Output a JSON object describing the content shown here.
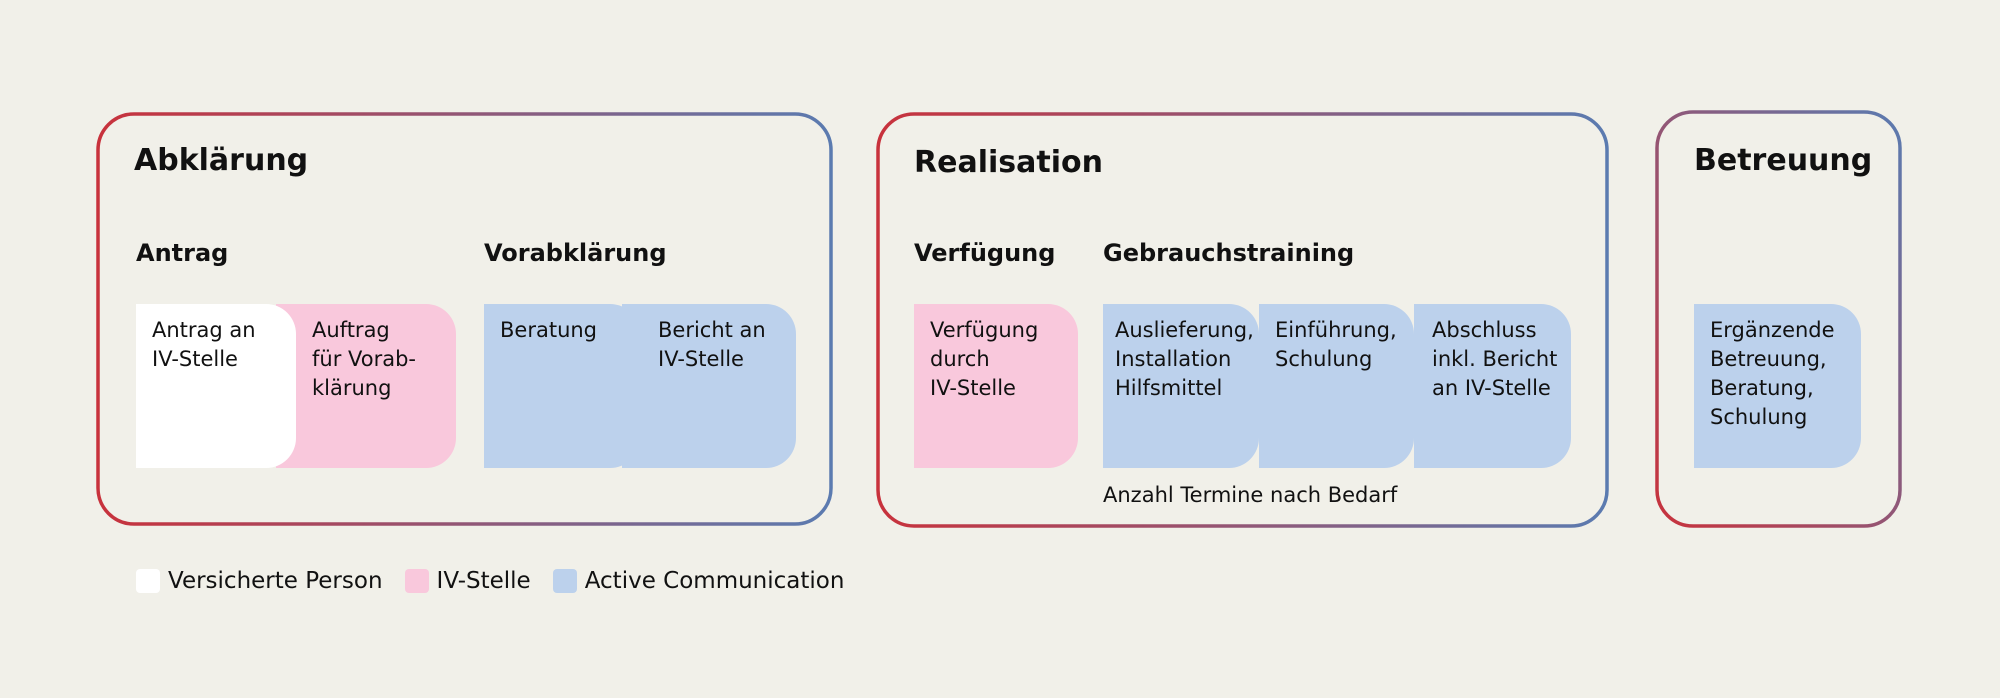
{
  "phases": [
    {
      "title": "Abklärung",
      "steps": [
        {
          "title": "Antrag",
          "boxes": [
            {
              "text": "Antrag an\nIV-Stelle",
              "color": "#ffffff"
            },
            {
              "text": "Auftrag\nfür Vorab-\nklärung",
              "color": "#f9c8dc"
            }
          ]
        },
        {
          "title": "Vorabklärung",
          "boxes": [
            {
              "text": "Beratung",
              "color": "#bcd1ec"
            },
            {
              "text": "Bericht an\nIV-Stelle",
              "color": "#bcd1ec"
            }
          ]
        }
      ]
    },
    {
      "title": "Realisation",
      "steps": [
        {
          "title": "Verfügung",
          "boxes": [
            {
              "text": "Verfügung\ndurch\nIV-Stelle",
              "color": "#f9c8dc"
            }
          ]
        },
        {
          "title": "Gebrauchstraining",
          "boxes": [
            {
              "text": "Auslieferung,\nInstallation\nHilfsmittel",
              "color": "#bcd1ec"
            },
            {
              "text": "Einführung,\nSchulung",
              "color": "#bcd1ec"
            },
            {
              "text": "Abschluss\ninkl. Bericht\nan IV-Stelle",
              "color": "#bcd1ec"
            }
          ],
          "note": "Anzahl Termine nach Bedarf"
        }
      ]
    },
    {
      "title": "Betreuung",
      "steps": [
        {
          "title": "",
          "boxes": [
            {
              "text": "Ergänzende\nBetreuung,\nBeratung,\nSchulung",
              "color": "#bcd1ec"
            }
          ]
        }
      ]
    }
  ],
  "legend": [
    {
      "label": "Versicherte Person",
      "color": "#ffffff"
    },
    {
      "label": "IV-Stelle",
      "color": "#f9c8dc"
    },
    {
      "label": "Active Communication",
      "color": "#bcd1ec"
    }
  ],
  "frame_gradient": [
    "#c8323c",
    "#5b7bb0"
  ]
}
